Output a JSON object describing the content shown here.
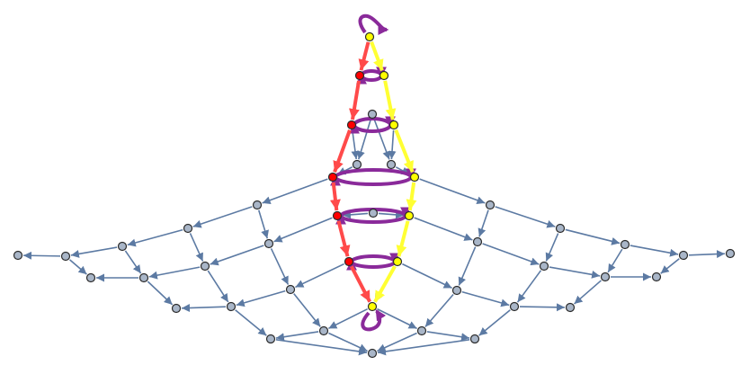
{
  "colors": {
    "background": "#ffffff",
    "edge_default": "#5c7aa3",
    "node_default": "#a9b6c8",
    "path_red": "#ff4a4a",
    "path_yellow": "#ffff33",
    "loop_purple": "#8a2a9a",
    "node_red": "#ff0000",
    "node_yellow": "#ffff00",
    "node_outline": "#2b2b2b"
  },
  "graph": {
    "directed": true,
    "node_count": 66,
    "highlighted_paths": [
      "red",
      "yellow"
    ]
  }
}
